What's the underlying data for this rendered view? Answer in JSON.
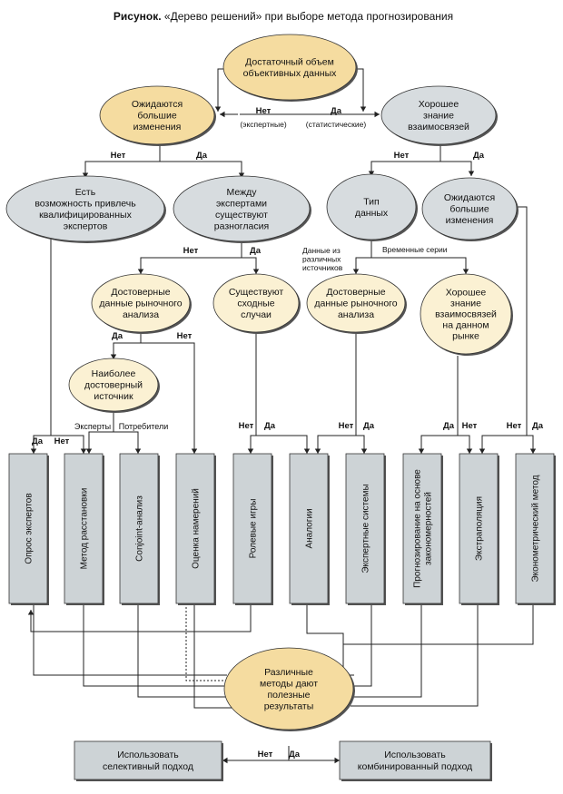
{
  "title": {
    "bold": "Рисунок.",
    "rest": " «Дерево решений» при выборе метода прогнозирования"
  },
  "colors": {
    "tan": "#f5dca0",
    "tan_dark": "#eecf88",
    "cream": "#fbf1d3",
    "gray": "#d7dcdf",
    "gray_dark": "#c9cfd3",
    "box": "#cdd3d6",
    "line": "#222222",
    "shadow": "#555555"
  },
  "nodes": {
    "root": [
      "Достаточный объем",
      "объективных данных"
    ],
    "expect_changes": [
      "Ожидаются",
      "большие",
      "изменения"
    ],
    "good_knowledge": [
      "Хорошее",
      "знание",
      "взаимосвязей"
    ],
    "qualified_experts": [
      "Есть",
      "возможность привлечь",
      "квалифицированных",
      "экспертов"
    ],
    "expert_disagree": [
      "Между",
      "экспертами",
      "существуют",
      "разногласия"
    ],
    "data_type": [
      "Тип",
      "данных"
    ],
    "expect_changes_2": [
      "Ожидаются",
      "большие",
      "изменения"
    ],
    "reliable_market_1": [
      "Достоверные",
      "данные рыночного",
      "анализа"
    ],
    "similar_cases": [
      "Существуют",
      "сходные",
      "случаи"
    ],
    "reliable_market_2": [
      "Достоверные",
      "данные рыночного",
      "анализа"
    ],
    "good_knowledge_market": [
      "Хорошее",
      "знание",
      "взаимосвязей",
      "на данном",
      "рынке"
    ],
    "most_reliable": [
      "Наиболее",
      "достоверный",
      "источник"
    ],
    "different_methods": [
      "Различные",
      "методы дают",
      "полезные",
      "результаты"
    ]
  },
  "methods": [
    "Опрос экспертов",
    "Метод расстановки",
    "Conjoint-анализ",
    "Оценка намерений",
    "Ролевые игры",
    "Аналогии",
    "Экспертные системы",
    [
      "Прогнозирование на основе",
      "закономерностей"
    ],
    "Экстраполяция",
    "Эконометрический метод"
  ],
  "outcomes": {
    "selective": [
      "Использовать",
      "селективный подход"
    ],
    "combined": [
      "Использовать",
      "комбинированный подход"
    ]
  },
  "labels": {
    "yes": "Да",
    "no": "Нет",
    "expert": "(экспертные)",
    "statistical": "(статистические)",
    "cross_sectional": [
      "Данные из",
      "различных",
      "источников"
    ],
    "time_series": "Временные серии",
    "experts": "Эксперты",
    "consumers": "Потребители"
  }
}
